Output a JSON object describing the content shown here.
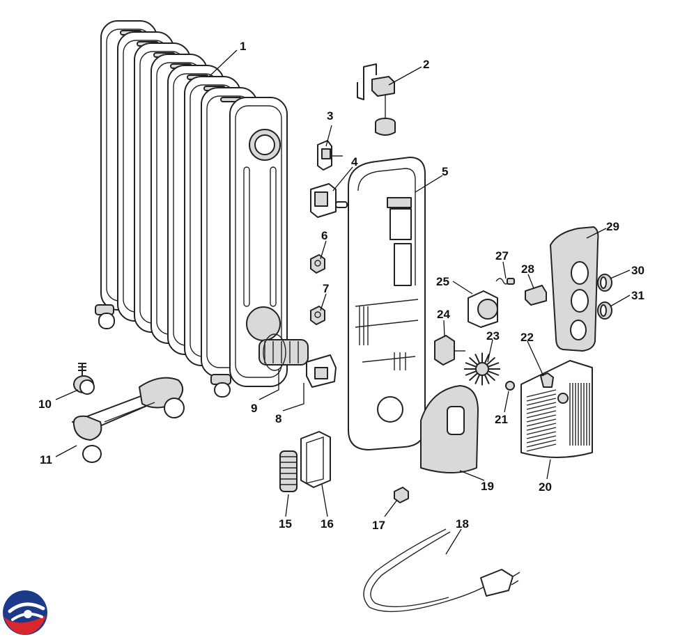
{
  "parts": [
    {
      "number": "1"
    },
    {
      "number": "2"
    },
    {
      "number": "3"
    },
    {
      "number": "4"
    },
    {
      "number": "5"
    },
    {
      "number": "6"
    },
    {
      "number": "7"
    },
    {
      "number": "8"
    },
    {
      "number": "9"
    },
    {
      "number": "10"
    },
    {
      "number": "11"
    },
    {
      "number": "15"
    },
    {
      "number": "16"
    },
    {
      "number": "17"
    },
    {
      "number": "18"
    },
    {
      "number": "19"
    },
    {
      "number": "20"
    },
    {
      "number": "21"
    },
    {
      "number": "22"
    },
    {
      "number": "23"
    },
    {
      "number": "24"
    },
    {
      "number": "25"
    },
    {
      "number": "27"
    },
    {
      "number": "28"
    },
    {
      "number": "29"
    },
    {
      "number": "30"
    },
    {
      "number": "31"
    }
  ],
  "logo": {
    "icon": "brand-logo-icon",
    "colors": {
      "blue": "#1d3a8a",
      "red": "#d8272e"
    }
  }
}
